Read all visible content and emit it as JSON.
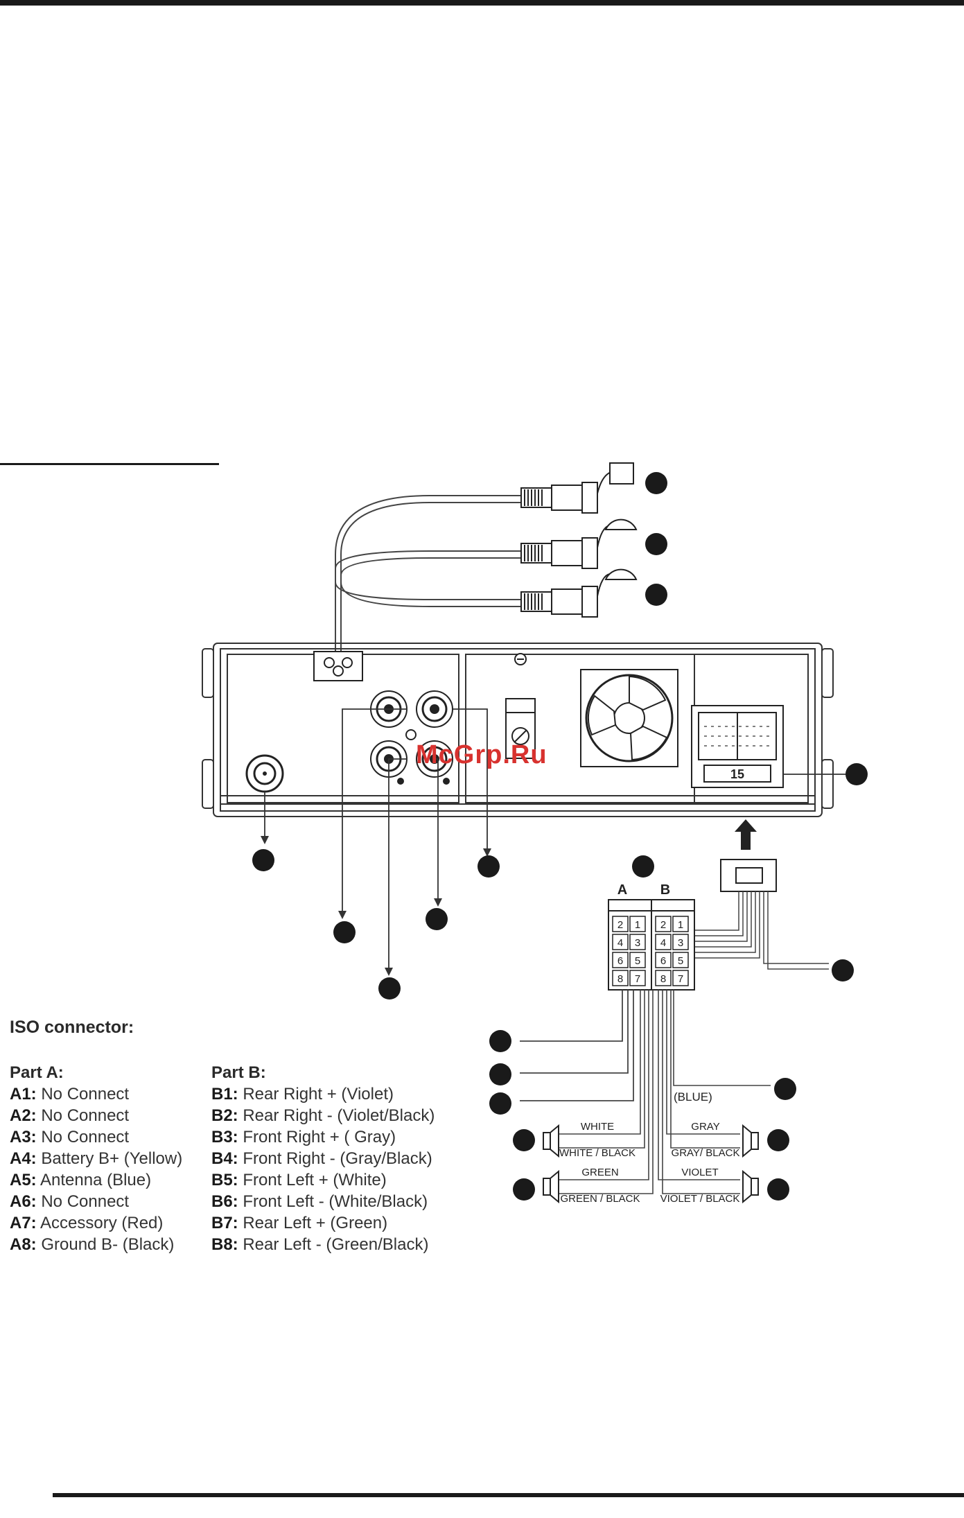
{
  "watermark": "McGrp.Ru",
  "connector_label": "15",
  "harness": {
    "block_a_label": "A",
    "block_b_label": "B",
    "block_a_pins": [
      "2",
      "1",
      "4",
      "3",
      "6",
      "5",
      "8",
      "7"
    ],
    "block_b_pins": [
      "2",
      "1",
      "4",
      "3",
      "6",
      "5",
      "8",
      "7"
    ],
    "blue_label": "(BLUE)",
    "speakers": {
      "front_left_pos": "WHITE",
      "front_left_neg": "WHITE / BLACK",
      "rear_left_pos": "GREEN",
      "rear_left_neg": "GREEN / BLACK",
      "front_right_pos": "GRAY",
      "front_right_neg": "GRAY/ BLACK",
      "rear_right_pos": "VIOLET",
      "rear_right_neg": "VIOLET / BLACK"
    }
  },
  "iso": {
    "title": "ISO connector:",
    "part_a": {
      "heading": "Part A:",
      "pins": [
        {
          "code": "A1:",
          "desc": " No Connect"
        },
        {
          "code": "A2:",
          "desc": " No Connect"
        },
        {
          "code": "A3:",
          "desc": " No Connect"
        },
        {
          "code": "A4:",
          "desc": " Battery B+ (Yellow)"
        },
        {
          "code": "A5:",
          "desc": " Antenna (Blue)"
        },
        {
          "code": "A6:",
          "desc": " No Connect"
        },
        {
          "code": "A7:",
          "desc": " Accessory (Red)"
        },
        {
          "code": "A8:",
          "desc": " Ground B- (Black)"
        }
      ]
    },
    "part_b": {
      "heading": "Part B:",
      "pins": [
        {
          "code": "B1:",
          "desc": " Rear Right + (Violet)"
        },
        {
          "code": "B2:",
          "desc": " Rear Right - (Violet/Black)"
        },
        {
          "code": "B3:",
          "desc": " Front Right + ( Gray)"
        },
        {
          "code": "B4:",
          "desc": " Front Right - (Gray/Black)"
        },
        {
          "code": "B5:",
          "desc": " Front Left + (White)"
        },
        {
          "code": "B6:",
          "desc": " Front Left - (White/Black)"
        },
        {
          "code": "B7:",
          "desc": " Rear Left + (Green)"
        },
        {
          "code": "B8:",
          "desc": " Rear Left - (Green/Black)"
        }
      ]
    }
  }
}
